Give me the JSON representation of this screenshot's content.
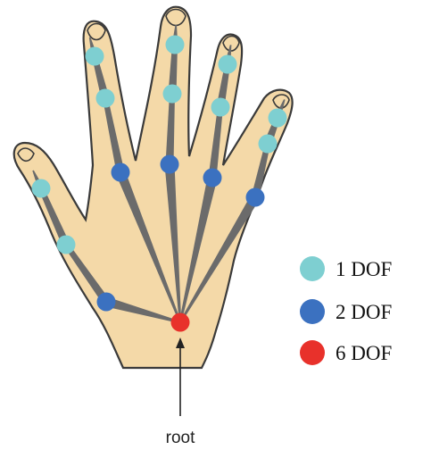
{
  "colors": {
    "skin": "#f4d9a8",
    "skin_outline": "#3a3a3a",
    "bone": "#6b6b6b",
    "joint_1dof": "#7ecfd1",
    "joint_2dof": "#3b71c0",
    "joint_6dof": "#e8312b",
    "arrow": "#222222"
  },
  "legend": [
    {
      "label": "1 DOF",
      "color_key": "joint_1dof"
    },
    {
      "label": "2 DOF",
      "color_key": "joint_2dof"
    },
    {
      "label": "6 DOF",
      "color_key": "joint_6dof"
    }
  ],
  "root_label": "root",
  "icons": {
    "hand": "hand-icon",
    "arrow": "arrow-up-icon"
  }
}
